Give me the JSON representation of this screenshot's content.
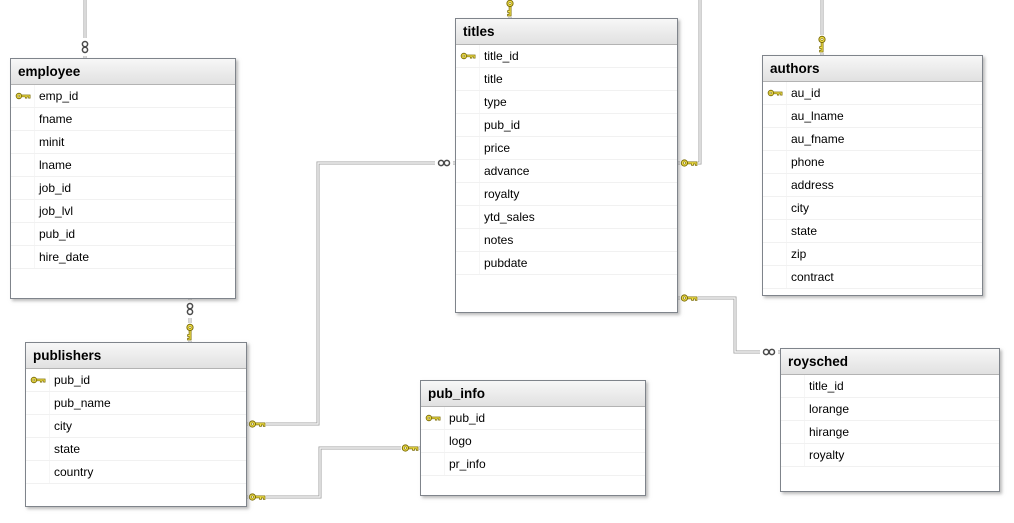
{
  "diagram": {
    "tables": [
      {
        "id": "employee",
        "title": "employee",
        "columns": [
          {
            "name": "emp_id",
            "key": true
          },
          {
            "name": "fname",
            "key": false
          },
          {
            "name": "minit",
            "key": false
          },
          {
            "name": "lname",
            "key": false
          },
          {
            "name": "job_id",
            "key": false
          },
          {
            "name": "job_lvl",
            "key": false
          },
          {
            "name": "pub_id",
            "key": false
          },
          {
            "name": "hire_date",
            "key": false
          }
        ]
      },
      {
        "id": "titles",
        "title": "titles",
        "columns": [
          {
            "name": "title_id",
            "key": true
          },
          {
            "name": "title",
            "key": false
          },
          {
            "name": "type",
            "key": false
          },
          {
            "name": "pub_id",
            "key": false
          },
          {
            "name": "price",
            "key": false
          },
          {
            "name": "advance",
            "key": false
          },
          {
            "name": "royalty",
            "key": false
          },
          {
            "name": "ytd_sales",
            "key": false
          },
          {
            "name": "notes",
            "key": false
          },
          {
            "name": "pubdate",
            "key": false
          }
        ]
      },
      {
        "id": "authors",
        "title": "authors",
        "columns": [
          {
            "name": "au_id",
            "key": true
          },
          {
            "name": "au_lname",
            "key": false
          },
          {
            "name": "au_fname",
            "key": false
          },
          {
            "name": "phone",
            "key": false
          },
          {
            "name": "address",
            "key": false
          },
          {
            "name": "city",
            "key": false
          },
          {
            "name": "state",
            "key": false
          },
          {
            "name": "zip",
            "key": false
          },
          {
            "name": "contract",
            "key": false
          }
        ]
      },
      {
        "id": "publishers",
        "title": "publishers",
        "columns": [
          {
            "name": "pub_id",
            "key": true
          },
          {
            "name": "pub_name",
            "key": false
          },
          {
            "name": "city",
            "key": false
          },
          {
            "name": "state",
            "key": false
          },
          {
            "name": "country",
            "key": false
          }
        ]
      },
      {
        "id": "pub_info",
        "title": "pub_info",
        "columns": [
          {
            "name": "pub_id",
            "key": true
          },
          {
            "name": "logo",
            "key": false
          },
          {
            "name": "pr_info",
            "key": false
          }
        ]
      },
      {
        "id": "roysched",
        "title": "roysched",
        "columns": [
          {
            "name": "title_id",
            "key": false
          },
          {
            "name": "lorange",
            "key": false
          },
          {
            "name": "hirange",
            "key": false
          },
          {
            "name": "royalty",
            "key": false
          }
        ]
      }
    ],
    "connectors": [
      {
        "a_table": "employee",
        "a_symbol": "infinity",
        "b_table": "offscreen-top",
        "b_symbol": ""
      },
      {
        "a_table": "titles",
        "a_symbol": "key",
        "b_table": "offscreen-top",
        "b_symbol": ""
      },
      {
        "a_table": "authors",
        "a_symbol": "key",
        "b_table": "offscreen-top",
        "b_symbol": ""
      },
      {
        "a_table": "titles",
        "a_symbol": "key",
        "b_table": "offscreen-top",
        "b_symbol": ""
      },
      {
        "a_table": "employee",
        "a_symbol": "infinity",
        "b_table": "publishers",
        "b_symbol": "key"
      },
      {
        "a_table": "publishers",
        "a_symbol": "key",
        "b_table": "titles",
        "b_symbol": "infinity"
      },
      {
        "a_table": "titles",
        "a_symbol": "key",
        "b_table": "roysched",
        "b_symbol": "infinity"
      },
      {
        "a_table": "publishers",
        "a_symbol": "key",
        "b_table": "pub_info",
        "b_symbol": "key"
      }
    ],
    "icons": {
      "primary_key": "key-icon",
      "many_end": "infinity-icon"
    },
    "colors": {
      "table_header": "#eeeeee",
      "table_border": "#7f848b",
      "connector": "#a0a0a0",
      "connector_core": "#f2f2f2",
      "key_gold": "#f3e24a",
      "key_outline": "#7d6e08",
      "infinity_stroke": "#4a4a4a",
      "canvas_bg": "#ffffff"
    }
  }
}
